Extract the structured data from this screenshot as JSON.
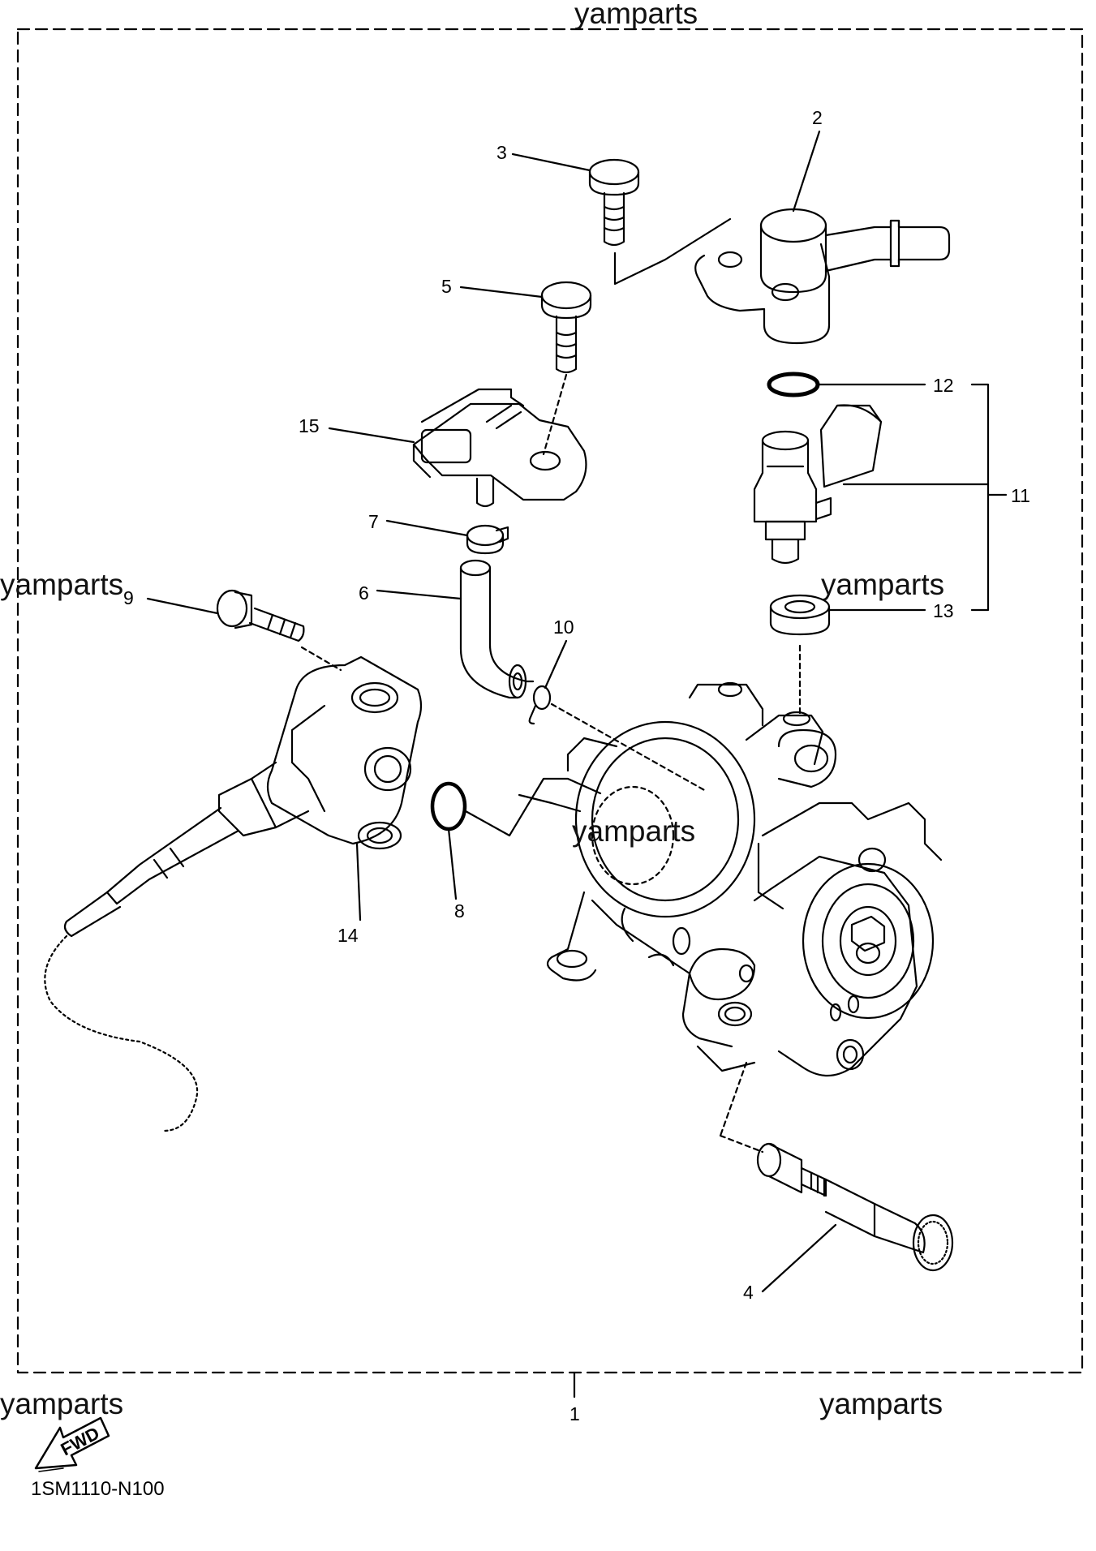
{
  "watermark": "yamparts",
  "diagram_code": "1SM1110-N100",
  "fwd_label": "FWD",
  "callouts": {
    "p1": "1",
    "p2": "2",
    "p3": "3",
    "p4": "4",
    "p5": "5",
    "p6": "6",
    "p7": "7",
    "p8": "8",
    "p9": "9",
    "p10": "10",
    "p11": "11",
    "p12": "12",
    "p13": "13",
    "p14": "14",
    "p15": "15"
  },
  "colors": {
    "line": "#000000",
    "background": "#ffffff"
  }
}
